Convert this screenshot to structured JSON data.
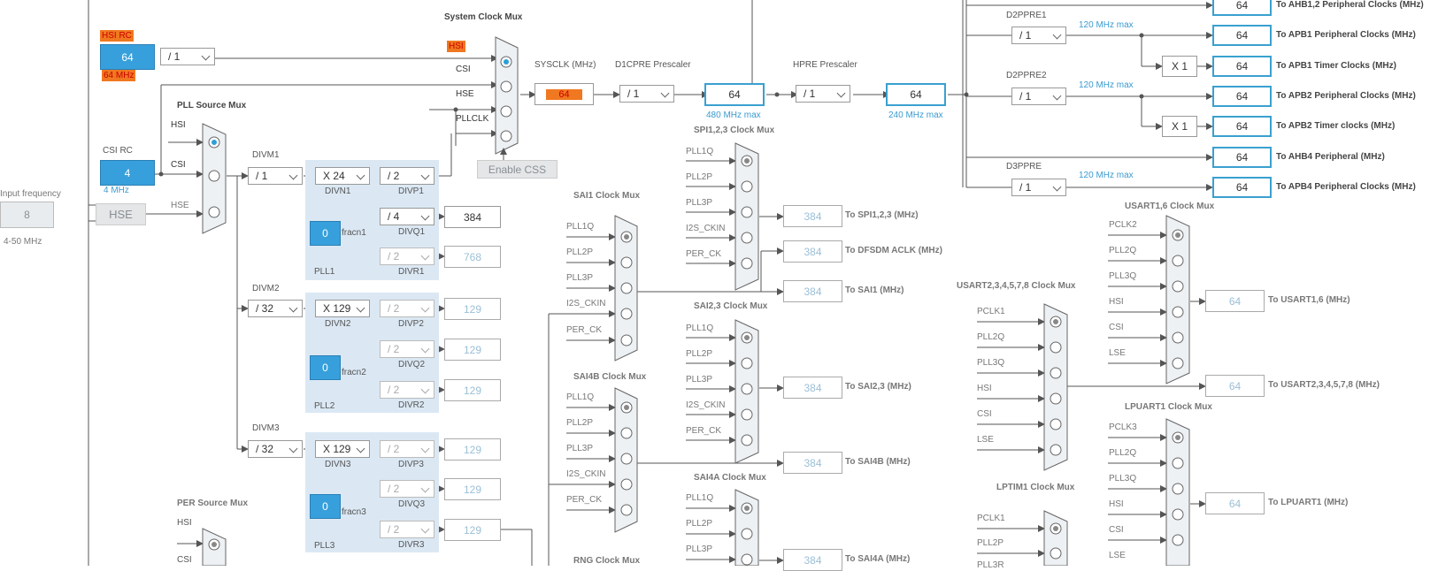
{
  "mux_titles": {
    "system": "System Clock Mux",
    "pll_source": "PLL Source Mux",
    "spi": "SPI1,2,3 Clock Mux",
    "sai1": "SAI1 Clock Mux",
    "sai23": "SAI2,3 Clock Mux",
    "sai4b": "SAI4B Clock Mux",
    "sai4a": "SAI4A Clock Mux",
    "rng": "RNG Clock Mux",
    "per": "PER Source Mux",
    "usart16": "USART1,6 Clock Mux",
    "usart2": "USART2,3,4,5,7,8 Clock Mux",
    "lpuart1": "LPUART1 Clock Mux",
    "lptim1": "LPTIM1 Clock Mux"
  },
  "sources": {
    "hsi_rc_label": "HSI RC",
    "hsi_value": "64",
    "hsi_freq": "64 MHz",
    "hsi_div": "/ 1",
    "csi_rc_label": "CSI RC",
    "csi_value": "4",
    "csi_freq": "4 MHz",
    "input_freq_label": "Input frequency",
    "input_freq_value": "8",
    "input_range": "4-50 MHz",
    "hse_label": "HSE"
  },
  "sysmux": {
    "in_hsi": "HSI",
    "in_csi": "CSI",
    "in_hse": "HSE",
    "in_pllclk": "PLLCLK",
    "enable_css": "Enable CSS",
    "sysclk_label": "SYSCLK (MHz)",
    "sysclk_value": "64"
  },
  "pllsrc": {
    "hsi": "HSI",
    "csi": "CSI",
    "hse": "HSE"
  },
  "d1": {
    "d1cpre_label": "D1CPRE Prescaler",
    "d1cpre_value": "/ 1",
    "cpu_out": "64",
    "cpu_max": "480 MHz max",
    "hpre_label": "HPRE Prescaler",
    "hpre_value": "/ 1",
    "ahb_out": "64",
    "ahb_max": "240 MHz max"
  },
  "pll1": {
    "name": "PLL1",
    "divm_label": "DIVM1",
    "divm": "/ 1",
    "divn": "X 24",
    "divn_label": "DIVN1",
    "divp": "/ 2",
    "divp_label": "DIVP1",
    "divq": "/ 4",
    "divq_label": "DIVQ1",
    "divr": "/ 2",
    "divr_label": "DIVR1",
    "frac": "0",
    "frac_label": "fracn1",
    "q_out": "384",
    "r_out": "768"
  },
  "pll2": {
    "name": "PLL2",
    "divm_label": "DIVM2",
    "divm": "/ 32",
    "divn": "X 129",
    "divn_label": "DIVN2",
    "divp": "/ 2",
    "divp_label": "DIVP2",
    "divq": "/ 2",
    "divq_label": "DIVQ2",
    "divr": "/ 2",
    "divr_label": "DIVR2",
    "frac": "0",
    "frac_label": "fracn2",
    "p_out": "129",
    "q_out": "129",
    "r_out": "129"
  },
  "pll3": {
    "name": "PLL3",
    "divm_label": "DIVM3",
    "divm": "/ 32",
    "divn": "X 129",
    "divn_label": "DIVN3",
    "divp": "/ 2",
    "divp_label": "DIVP3",
    "divq": "/ 2",
    "divq_label": "DIVQ3",
    "divr": "/ 2",
    "divr_label": "DIVR3",
    "frac": "0",
    "frac_label": "fracn3",
    "p_out": "129",
    "q_out": "129",
    "r_out": "129"
  },
  "per": {
    "hsi": "HSI",
    "csi": "CSI"
  },
  "spi": {
    "inputs": [
      "PLL1Q",
      "PLL2P",
      "PLL3P",
      "I2S_CKIN",
      "PER_CK"
    ],
    "out1": "384",
    "out1_label": "To SPI1,2,3 (MHz)",
    "out2": "384",
    "out2_label": "To DFSDM ACLK (MHz)",
    "out3": "384",
    "out3_label": "To SAI1 (MHz)"
  },
  "sai1": {
    "inputs": [
      "PLL1Q",
      "PLL2P",
      "PLL3P",
      "I2S_CKIN",
      "PER_CK"
    ]
  },
  "sai23": {
    "inputs": [
      "PLL1Q",
      "PLL2P",
      "PLL3P",
      "I2S_CKIN",
      "PER_CK"
    ],
    "out": "384",
    "out_label": "To SAI2,3 (MHz)"
  },
  "sai4b": {
    "inputs": [
      "PLL1Q",
      "PLL2P",
      "PLL3P",
      "I2S_CKIN",
      "PER_CK"
    ],
    "out": "384",
    "out_label": "To SAI4B (MHz)"
  },
  "sai4a": {
    "inputs": [
      "PLL1Q",
      "PLL2P",
      "PLL3P"
    ],
    "out": "384",
    "out_label": "To SAI4A (MHz)"
  },
  "bus": {
    "d2ppre1": "D2PPRE1",
    "d2ppre1_value": "/ 1",
    "d2ppre1_max": "120 MHz max",
    "d2ppre2": "D2PPRE2",
    "d2ppre2_value": "/ 1",
    "d2ppre2_max": "120 MHz max",
    "d3ppre": "D3PPRE",
    "d3ppre_value": "/ 1",
    "d3ppre_max": "120 MHz max",
    "x1a": "X 1",
    "x1b": "X 1",
    "outs": [
      {
        "value": "64",
        "label": "To AHB1,2 Peripheral Clocks (MHz)"
      },
      {
        "value": "64",
        "label": "To APB1 Peripheral Clocks (MHz)"
      },
      {
        "value": "64",
        "label": "To APB1 Timer Clocks (MHz)"
      },
      {
        "value": "64",
        "label": "To APB2 Peripheral Clocks (MHz)"
      },
      {
        "value": "64",
        "label": "To APB2 Timer clocks (MHz)"
      },
      {
        "value": "64",
        "label": "To AHB4 Peripheral (MHz)"
      },
      {
        "value": "64",
        "label": "To APB4 Peripheral Clocks (MHz)"
      }
    ]
  },
  "usart16": {
    "inputs": [
      "PCLK2",
      "PLL2Q",
      "PLL3Q",
      "HSI",
      "CSI",
      "LSE"
    ],
    "out": "64",
    "out_label": "To USART1,6 (MHz)"
  },
  "usart2": {
    "inputs": [
      "PCLK1",
      "PLL2Q",
      "PLL3Q",
      "HSI",
      "CSI",
      "LSE"
    ],
    "out": "64",
    "out_label": "To USART2,3,4,5,7,8 (MHz)"
  },
  "lpuart1": {
    "inputs": [
      "PCLK3",
      "PLL2Q",
      "PLL3Q",
      "HSI",
      "CSI",
      "LSE"
    ],
    "out": "64",
    "out_label": "To LPUART1 (MHz)"
  },
  "lptim1": {
    "inputs": [
      "PCLK1",
      "PLL2P",
      "PLL3R"
    ]
  }
}
